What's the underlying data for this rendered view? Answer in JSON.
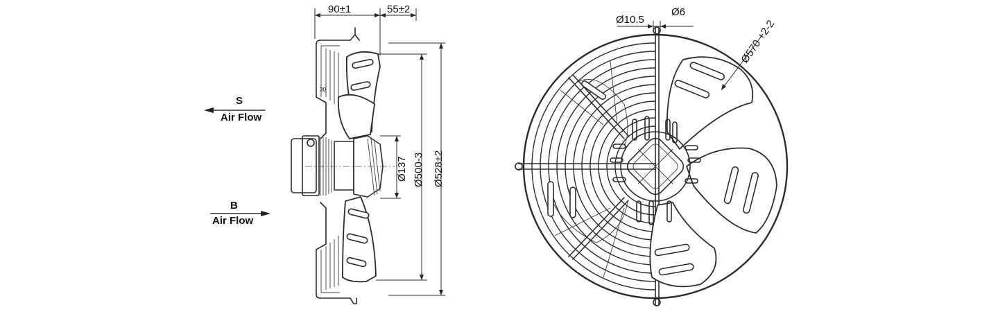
{
  "airflow": {
    "s_letter": "S",
    "s_label": "Air Flow",
    "b_letter": "B",
    "b_label": "Air Flow"
  },
  "side_view": {
    "dim_depth": "90±1",
    "dim_rim": "55±2",
    "dim_hub": "Ø137",
    "dim_blade_dia": "Ø500-3",
    "dim_outer": "Ø528±2",
    "dim_small": "30"
  },
  "front_view": {
    "dim_hole": "Ø10.5",
    "dim_pin": "Ø6",
    "dim_guard": "Ø570 +2-2"
  }
}
